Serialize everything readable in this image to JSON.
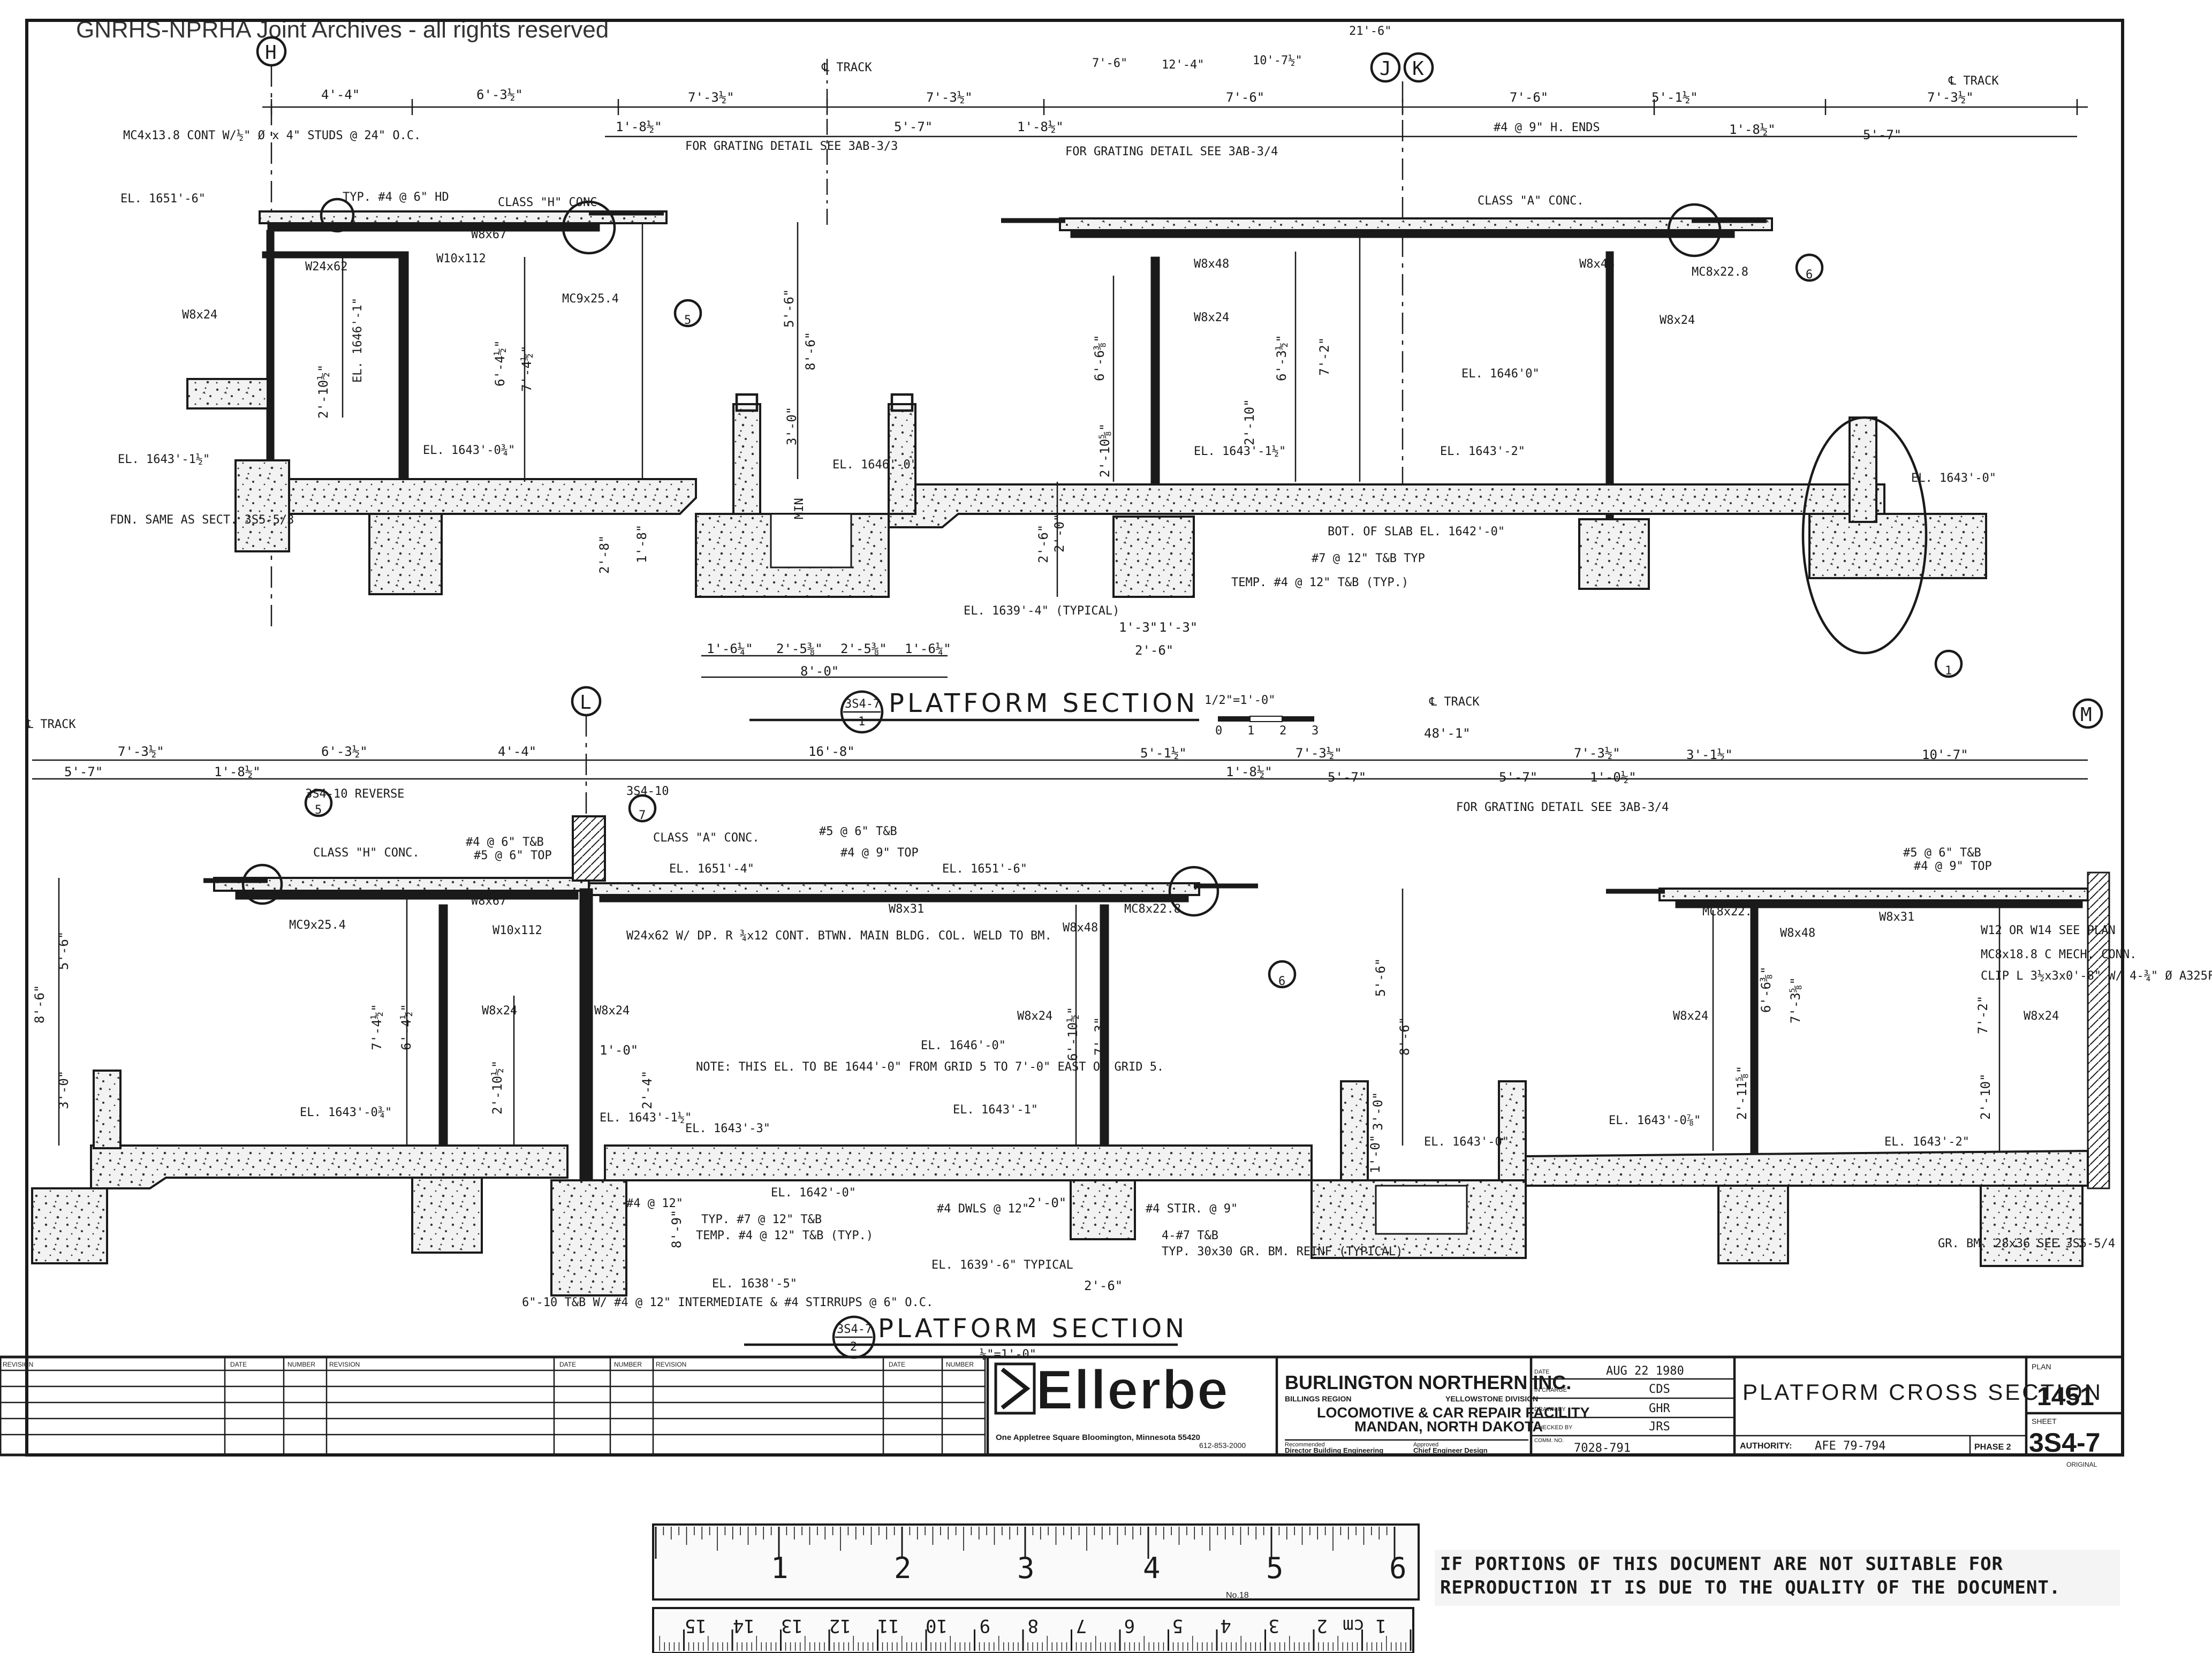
{
  "watermark": "GNRHS-NPRHA Joint Archives - all rights reserved",
  "section1": {
    "title": "PLATFORM SECTION",
    "tag_top": "3S4-7",
    "tag_bottom": "1",
    "scale": "1/2\"=1'-0\"",
    "scale_ticks": [
      "0",
      "1",
      "2",
      "3"
    ],
    "grids": [
      "H",
      "J",
      "K"
    ],
    "track_labels": [
      "℄ TRACK",
      "℄ TRACK"
    ],
    "top_dims": [
      "4'-4\"",
      "6'-3½\"",
      "7'-3½\"",
      "7'-3½\"",
      "7'-6\"",
      "7'-6\"",
      "5'-1½\"",
      "7'-3½\""
    ],
    "top_marks": [
      "7'-6\"",
      "12'-4\"",
      "10'-7½\"",
      "21'-6\""
    ],
    "sub_dims": [
      "1'-8½\"",
      "5'-7\"",
      "1'-8½\"",
      "1'-8½\"",
      "5'-7\""
    ],
    "labels": [
      "MC4x13.8 CONT W/½\" Ø x 4\" STUDS @ 24\" O.C.",
      "EL. 1651'-6\"",
      "TYP. #4 @ 6\" HD",
      "CLASS \"H\" CONC.",
      "FOR GRATING DETAIL SEE 3AB-3/3",
      "FOR GRATING DETAIL SEE 3AB-3/4",
      "W8x67",
      "W24x62",
      "W10x112",
      "W8x24",
      "MC9x25.4",
      "EL. 1646'-1\"",
      "EL. 1643'-1½\"",
      "EL. 1643'-0¾\"",
      "FDN. SAME AS SECT. 3S5-5/3",
      "EL. 1646'-0\"",
      "MIN",
      "W8x48",
      "MC8x22.8",
      "CLASS \"A\" CONC.",
      "#4 @ 9\" H. ENDS",
      "EL. 1646'0\"",
      "EL. 1643'-1½\"",
      "EL. 1643'-2\"",
      "EL. 1643'-0\"",
      "BOT. OF SLAB EL. 1642'-0\"",
      "#7 @ 12\" T&B TYP",
      "TEMP. #4 @ 12\" T&B (TYP.)",
      "EL. 1639'-4\" (TYPICAL)"
    ],
    "bottom_dims": [
      "1'-6¼\"",
      "2'-5⅜\"",
      "2'-5⅜\"",
      "1'-6¼\"",
      "8'-0\"",
      "1'-3\"",
      "1'-3\"",
      "2'-6\""
    ],
    "vert_dims": [
      "2'-10½\"",
      "6'-4½\"",
      "7'-4½\"",
      "5'-6\"",
      "8'-6\"",
      "3'-0\"",
      "6'-6⅜\"",
      "6'-3½\"",
      "7'-2\"",
      "2'-10\"",
      "2'-10⅝\"",
      "2'-6\"",
      "2'-0\"",
      "1'-8\"",
      "2'-8\""
    ],
    "detail_tags": [
      "5",
      "6",
      "1"
    ]
  },
  "section2": {
    "title": "PLATFORM SECTION",
    "tag_top": "3S4-7",
    "tag_bottom": "2",
    "scale": "½\"=1'-0\"",
    "grids": [
      "L",
      "M"
    ],
    "track_labels": [
      "℄ TRACK",
      "℄ TRACK"
    ],
    "top_dims": [
      "7'-3½\"",
      "6'-3½\"",
      "4'-4\"",
      "16'-8\"",
      "5'-1½\"",
      "7'-3½\"",
      "7'-3½\"",
      "3'-1½\"",
      "10'-7\"",
      "48'-1\""
    ],
    "sub_dims": [
      "5'-7\"",
      "1'-8½\"",
      "1'-8½\"",
      "5'-7\"",
      "5'-7\"",
      "1'-0½\""
    ],
    "labels": [
      "3S4-10 REVERSE",
      "CLASS \"H\" CONC.",
      "#4 @ 6\" T&B",
      "#5 @ 6\" TOP",
      "3S4-10",
      "CLASS \"A\" CONC.",
      "EL. 1651'-4\"",
      "#5 @ 6\" T&B",
      "#4 @ 9\" TOP",
      "EL. 1651'-6\"",
      "W8x67",
      "W10x112",
      "MC9x25.4",
      "W24x62 W/ DP. R ¾x12 CONT. BTWN. MAIN BLDG. COL. WELD TO BM.",
      "W8x31",
      "MC8x22.8",
      "W8x48",
      "W8x24",
      "EL. 1646'-0\"",
      "NOTE: THIS EL. TO BE 1644'-0\" FROM GRID 5 TO 7'-0\" EAST OF GRID 5.",
      "EL. 1643'-0¾\"",
      "EL. 1643'-1½\"",
      "EL. 1643'-3\"",
      "EL. 1643'-1\"",
      "EL. 1642'-0\"",
      "TYP. #7 @ 12\" T&B",
      "TEMP. #4 @ 12\" T&B (TYP.)",
      "#4 DWLS @ 12\"",
      "#4 STIR. @ 9\"",
      "4-#7 T&B",
      "TYP. 30x30 GR. BM. REINF (TYPICAL)",
      "EL. 1639'-6\" TYPICAL",
      "EL. 1638'-5\"",
      "6\"-10 T&B W/ #4 @ 12\" INTERMEDIATE & #4 STIRRUPS @ 6\" O.C.",
      "FOR GRATING DETAIL SEE 3AB-3/4",
      "#5 @ 6\" T&B",
      "#4 @ 9\" TOP",
      "W12 OR W14 SEE PLAN",
      "MC8x18.8 C MECH. CONN.",
      "CLIP L 3½x3x0'-8\" W/ 4-¾\" Ø A325F BOLTS",
      "EL. 1643'-0\"",
      "EL. 1643'-0⅞\"",
      "EL. 1643'-2\"",
      "GR. BM. 28x36 SEE 3S5-5/4",
      "#4 @ 12\""
    ],
    "vert_dims": [
      "8'-6\"",
      "5'-6\"",
      "3'-0\"",
      "7'-4½\"",
      "6'-4½\"",
      "2'-10½\"",
      "1'-0\"",
      "2'-4\"",
      "6'-10½\"",
      "7'-3\"",
      "5'-6\"",
      "8'-6\"",
      "3'-0\"",
      "1'-0\"",
      "6'-6⅜\"",
      "7'-3⅝\"",
      "7'-2\"",
      "2'-10\"",
      "2'-11⅝\"",
      "8'-9\"",
      "2'-0\"",
      "2'-6\""
    ],
    "detail_tags": [
      "5",
      "7",
      "6"
    ]
  },
  "title_block": {
    "rev_headers": [
      "REVISION",
      "DATE",
      "NUMBER",
      "REVISION",
      "DATE",
      "NUMBER",
      "REVISION",
      "DATE",
      "NUMBER"
    ],
    "firm": "Ellerbe",
    "firm_address": "One Appletree Square Bloomington, Minnesota 55420",
    "firm_phone": "612-853-2000",
    "client": "BURLINGTON NORTHERN INC.",
    "region": "BILLINGS REGION",
    "division": "YELLOWSTONE DIVISION",
    "project": "LOCOMOTIVE & CAR REPAIR FACILITY",
    "location": "MANDAN, NORTH DAKOTA",
    "recommended_label": "Recommended",
    "recommended_by": "Director Building Engineering",
    "approved_label": "Approved",
    "approved_by": "Chief Engineer Design",
    "date_label": "DATE",
    "date": "AUG 22 1980",
    "in_charge_label": "IN CHARGE",
    "in_charge": "CDS",
    "drawn_label": "DRAWN BY",
    "drawn": "GHR",
    "checked_label": "CHECKED BY",
    "checked": "JRS",
    "comm_label": "COMM. NO.",
    "comm_no": "7028-791",
    "drawing_title": "PLATFORM CROSS SECTION",
    "authority_label": "AUTHORITY:",
    "authority": "AFE 79-794",
    "phase": "PHASE 2",
    "plan_label": "PLAN",
    "plan_no": "1451",
    "sheet_label": "SHEET",
    "sheet_no": "3S4-7",
    "stamp": "ORIGINAL"
  },
  "ruler": {
    "top_numbers": [
      "1",
      "2",
      "3",
      "4",
      "5",
      "6"
    ],
    "bottom_numbers": [
      "1 cm",
      "2",
      "3",
      "4",
      "5",
      "6",
      "7",
      "8",
      "9",
      "10",
      "11",
      "12",
      "13",
      "14",
      "15"
    ],
    "brand": "No.18"
  },
  "notice": "IF PORTIONS OF THIS DOCUMENT ARE NOT SUITABLE FOR REPRODUCTION IT IS DUE TO THE QUALITY OF THE DOCUMENT."
}
